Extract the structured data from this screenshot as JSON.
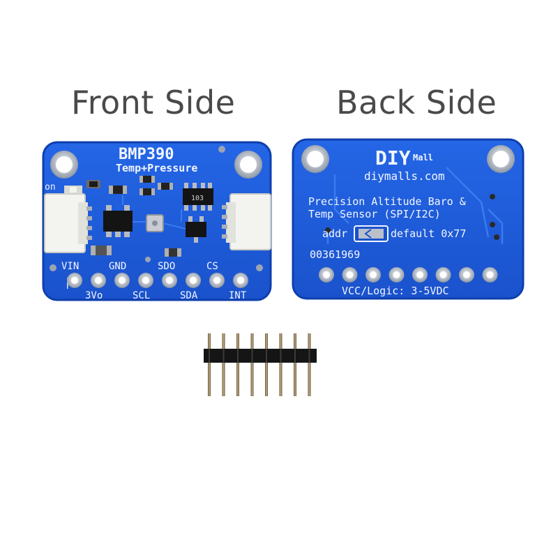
{
  "captions": {
    "front": "Front Side",
    "back": "Back Side"
  },
  "front_board": {
    "title": "BMP390",
    "subtitle": "Temp+Pressure",
    "led_label": "on",
    "chip_label": "103",
    "pins_top": [
      "VIN",
      "GND",
      "SDO",
      "CS"
    ],
    "pins_bottom": [
      "3Vo",
      "SCL",
      "SDA",
      "INT"
    ],
    "vin_mark": "|"
  },
  "back_board": {
    "logo_main": "DIY",
    "logo_sub": "Mall",
    "website": "diymalls.com",
    "line1": "Precision Altitude Baro &",
    "line2": "Temp Sensor (SPI/I2C)",
    "addr_label": "addr",
    "addr_default": "default 0x77",
    "serial": "00361969",
    "power": "VCC/Logic: 3-5VDC"
  },
  "colors": {
    "pcb": "#1d5ad8",
    "pcb_edge": "#0f3fae",
    "silk": "#f2f6ff",
    "pad": "#c9ced6",
    "caption": "#4a4a4a"
  }
}
